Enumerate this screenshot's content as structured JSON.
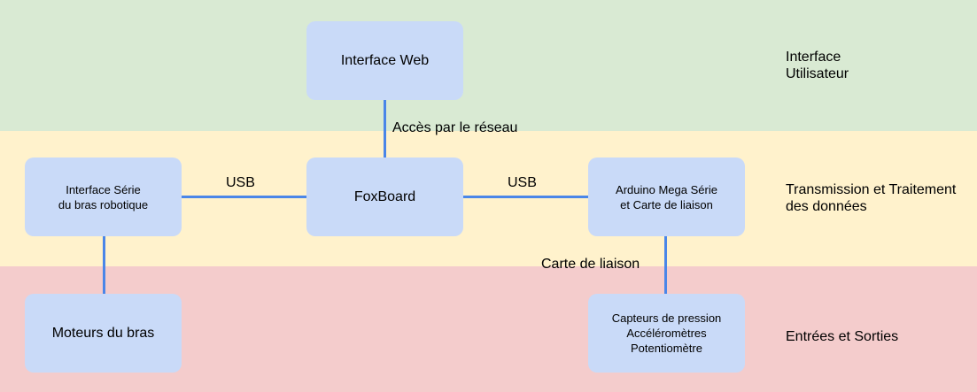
{
  "zones": {
    "user_interface": "Interface\nUtilisateur",
    "transmission": "Transmission et Traitement\ndes données",
    "io": "Entrées et Sorties"
  },
  "nodes": {
    "web_interface": "Interface Web",
    "serial_arm": "Interface Série\ndu bras robotique",
    "foxboard": "FoxBoard",
    "arduino": "Arduino Mega Série\net Carte de liaison",
    "arm_motors": "Moteurs du bras",
    "sensors": "Capteurs de pression\nAccéléromètres\nPotentiomètre"
  },
  "edges": {
    "web_to_foxboard": "Accès par le réseau",
    "arm_to_foxboard": "USB",
    "foxboard_to_arduino": "USB",
    "arduino_to_sensors": "Carte de liaison"
  },
  "colors": {
    "band_ui": "#d9ead3",
    "band_transmission": "#fff2cc",
    "band_io": "#f4cccc",
    "node_fill": "#c9daf8",
    "connector": "#4a86e8"
  }
}
